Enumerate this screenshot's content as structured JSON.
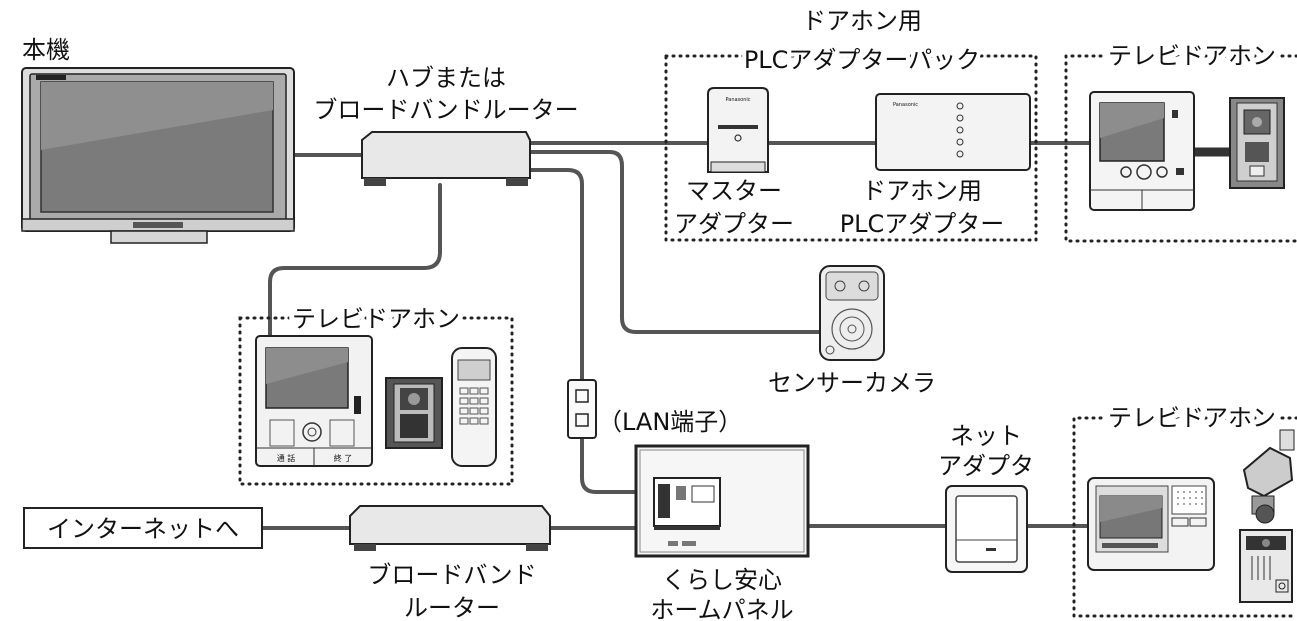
{
  "labels": {
    "honki": "本機",
    "hub_line1": "ハブまたは",
    "hub_line2": "ブロードバンドルーター",
    "plc_pack_line1": "ドアホン用",
    "plc_pack_line2": "PLCアダプターパック",
    "master_line1": "マスター",
    "master_line2": "アダプター",
    "plc_adapter_line1": "ドアホン用",
    "plc_adapter_line2": "PLCアダプター",
    "tvdoorphone_top": "テレビドアホン",
    "tvdoorphone_mid": "テレビドアホン",
    "tvdoorphone_bottom": "テレビドアホン",
    "sensor_camera": "センサーカメラ",
    "lan_port": "（LAN端子）",
    "net_adapter_line1": "ネット",
    "net_adapter_line2": "アダプタ",
    "internet": "インターネットへ",
    "bb_router_line1": "ブロードバンド",
    "bb_router_line2": "ルーター",
    "home_panel_line1": "くらし安心",
    "home_panel_line2": "ホームパネル"
  },
  "device_marks": {
    "brand": "Panasonic",
    "handset_buttons": [
      "通 話",
      "終 了"
    ]
  },
  "colors": {
    "line": "#555555",
    "device_fill": "#f2f2f2",
    "device_stroke": "#222222",
    "screen": "#777777",
    "dark": "#333333"
  }
}
